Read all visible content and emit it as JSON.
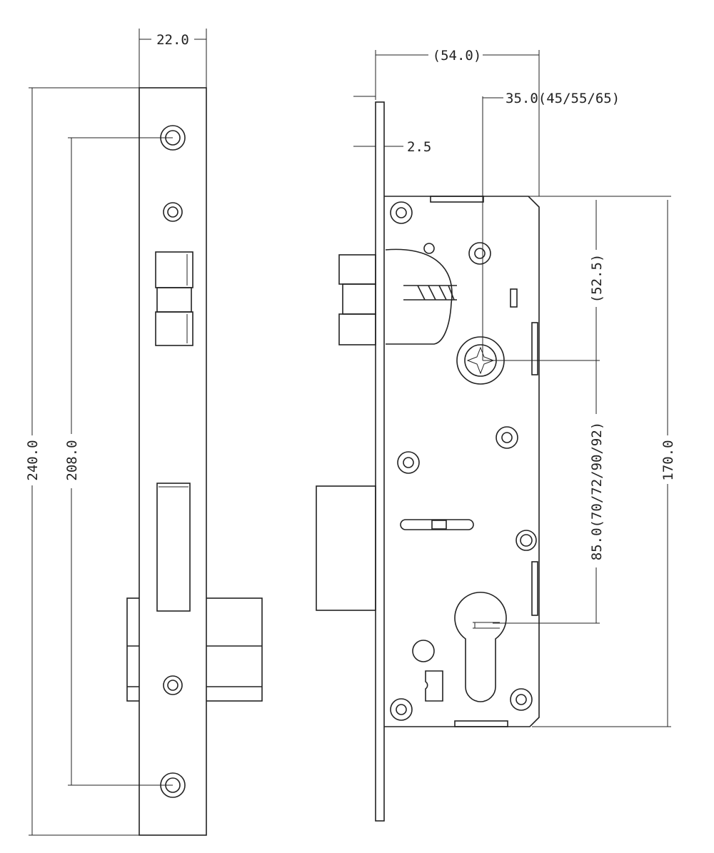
{
  "title": "Mortise lock dimension drawing",
  "dimensions": {
    "faceplate_width": "22.0",
    "faceplate_height": "240.0",
    "screw_spacing": "208.0",
    "total_depth": "(54.0)",
    "backset": "35.0(45/55/65)",
    "faceplate_thickness": "2.5",
    "spindle_from_top": "(52.5)",
    "center_distance": "85.0(70/72/90/92)",
    "case_height": "170.0"
  }
}
